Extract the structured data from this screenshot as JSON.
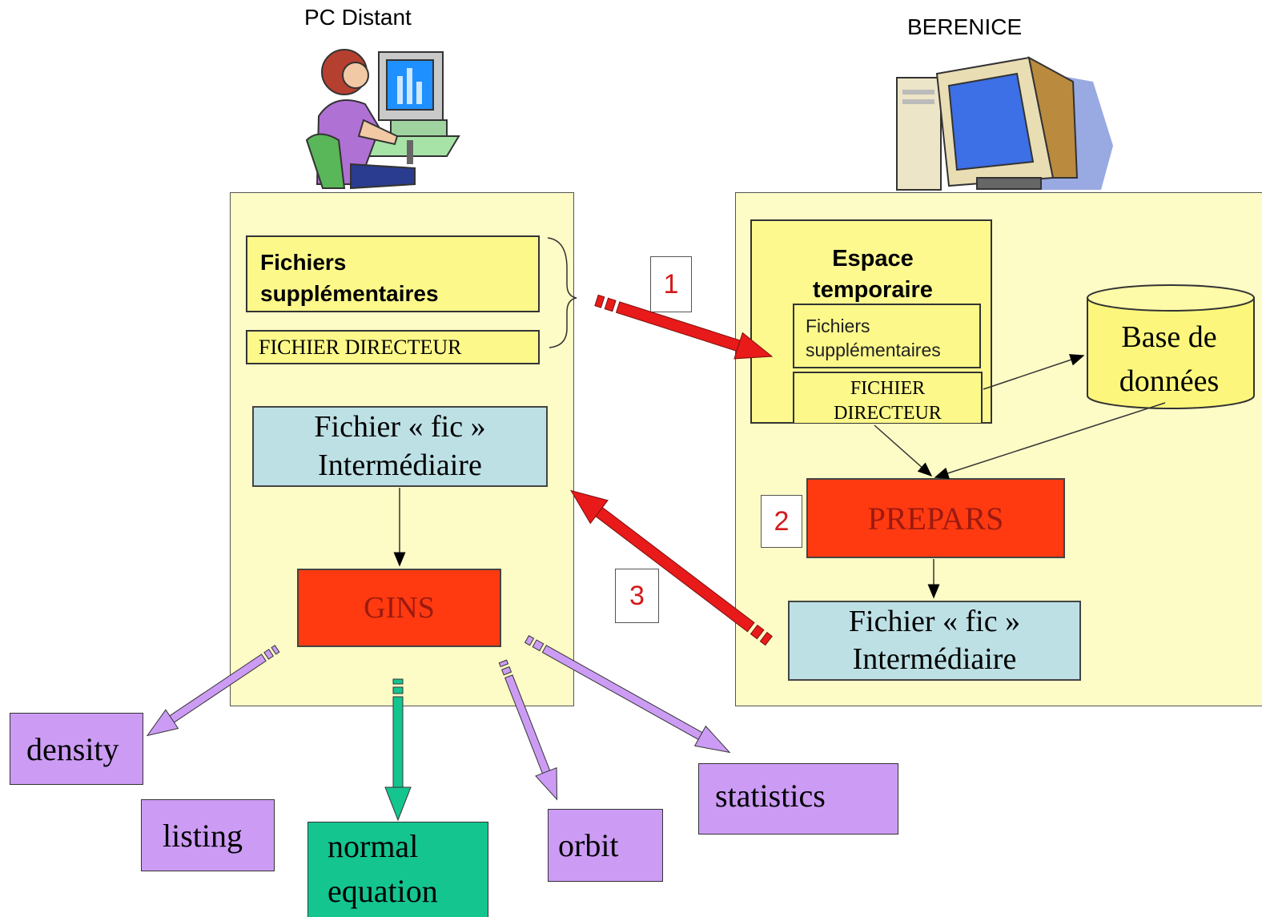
{
  "pc": {
    "title": "PC Distant",
    "extra_files": "Fichiers supplémentaires",
    "director_file": "FICHIER DIRECTEUR",
    "fic_line1": "Fichier « fic »",
    "fic_line2": "Intermédiaire",
    "gins": "GINS"
  },
  "berenice": {
    "title": "BERENICE",
    "temp_title_line1": "Espace",
    "temp_title_line2": "temporaire",
    "extra_files_line1": "Fichiers",
    "extra_files_line2": "supplémentaires",
    "director_line1": "FICHIER",
    "director_line2": "DIRECTEUR",
    "db_line1": "Base de",
    "db_line2": "données",
    "prepars": "PREPARS",
    "fic_line1": "Fichier « fic »",
    "fic_line2": "Intermédiaire"
  },
  "steps": {
    "one": "1",
    "two": "2",
    "three": "3"
  },
  "outputs": {
    "density": "density",
    "listing": "listing",
    "normal_line1": "normal",
    "normal_line2": "equation",
    "orbit": "orbit",
    "statistics": "statistics"
  },
  "icons": {
    "pc_icon": "person-at-computer-icon",
    "server_icon": "computer-icon"
  },
  "colors": {
    "panel": "#fdfbc6",
    "yellow_box": "#fcf98a",
    "blue_box": "#bde0e5",
    "red_box": "#ff3a10",
    "purple": "#cc9cf4",
    "green": "#14c590",
    "red_arrow": "#e81a1a"
  }
}
